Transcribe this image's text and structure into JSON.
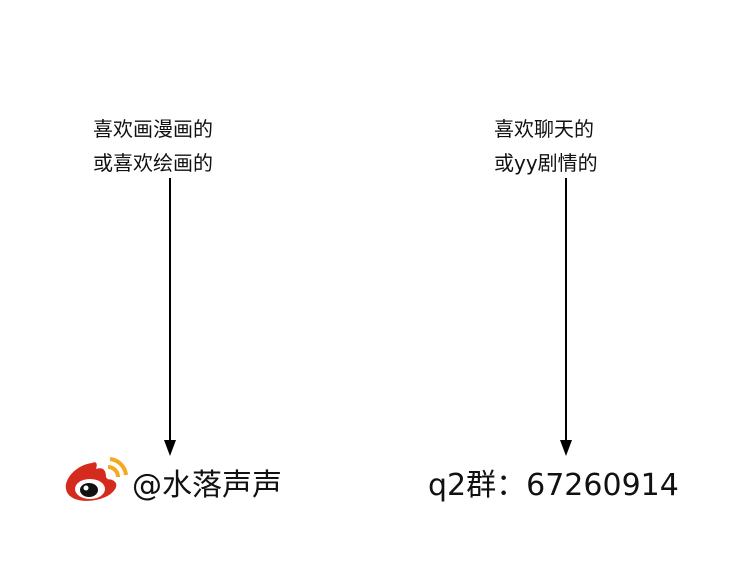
{
  "left": {
    "line1": "喜欢画漫画的",
    "line2": "或喜欢绘画的",
    "weibo_handle": "@水落声声",
    "icon": "weibo-logo-icon"
  },
  "right": {
    "line1": "喜欢聊天的",
    "line2": "或yy剧情的",
    "qq_group": "q2群：67260914"
  },
  "colors": {
    "weibo_red": "#d52b1e",
    "weibo_orange": "#f4a91f"
  }
}
